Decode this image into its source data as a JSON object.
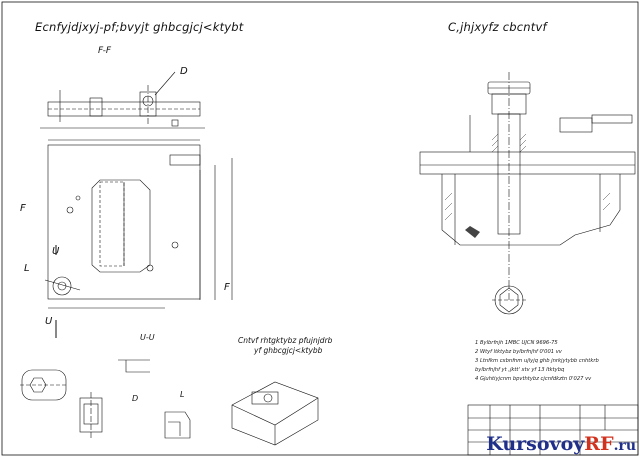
{
  "titles": {
    "left": "Ecnfyjdjxyj-pf;bvyjt ghbcgjcj<ktybt",
    "right": "C,jhjxyfz cbcntvf",
    "section_ff": "F-F",
    "section_uu": "U-U",
    "note_top": "Cntvf rhtgktybz pfujnjdrb",
    "note_bottom": "yf ghbcgjcj<ktybb"
  },
  "labels": {
    "D": "D",
    "F": "F",
    "U": "U",
    "L": "L"
  },
  "notes": [
    "1 Bylbrfnjh 1MBC  UJCN 9696-75",
    "2 Wtyf ltktybz bylbrfnjhf 0'001 vv",
    "3 Ltnfkm cxbnfnm ujlyjq ghb jnrkjytybb cnhtkrb",
    "bylbrfnjhf yt ,jktt' xtv yf 13 ltktybq",
    "4 Gjuhtiyjcnm bpvthtybz cjcnfdkztn 0'027 vv"
  ],
  "watermark": {
    "part1": "Kursovoy",
    "part2": "RF",
    "part3": ".ru"
  }
}
